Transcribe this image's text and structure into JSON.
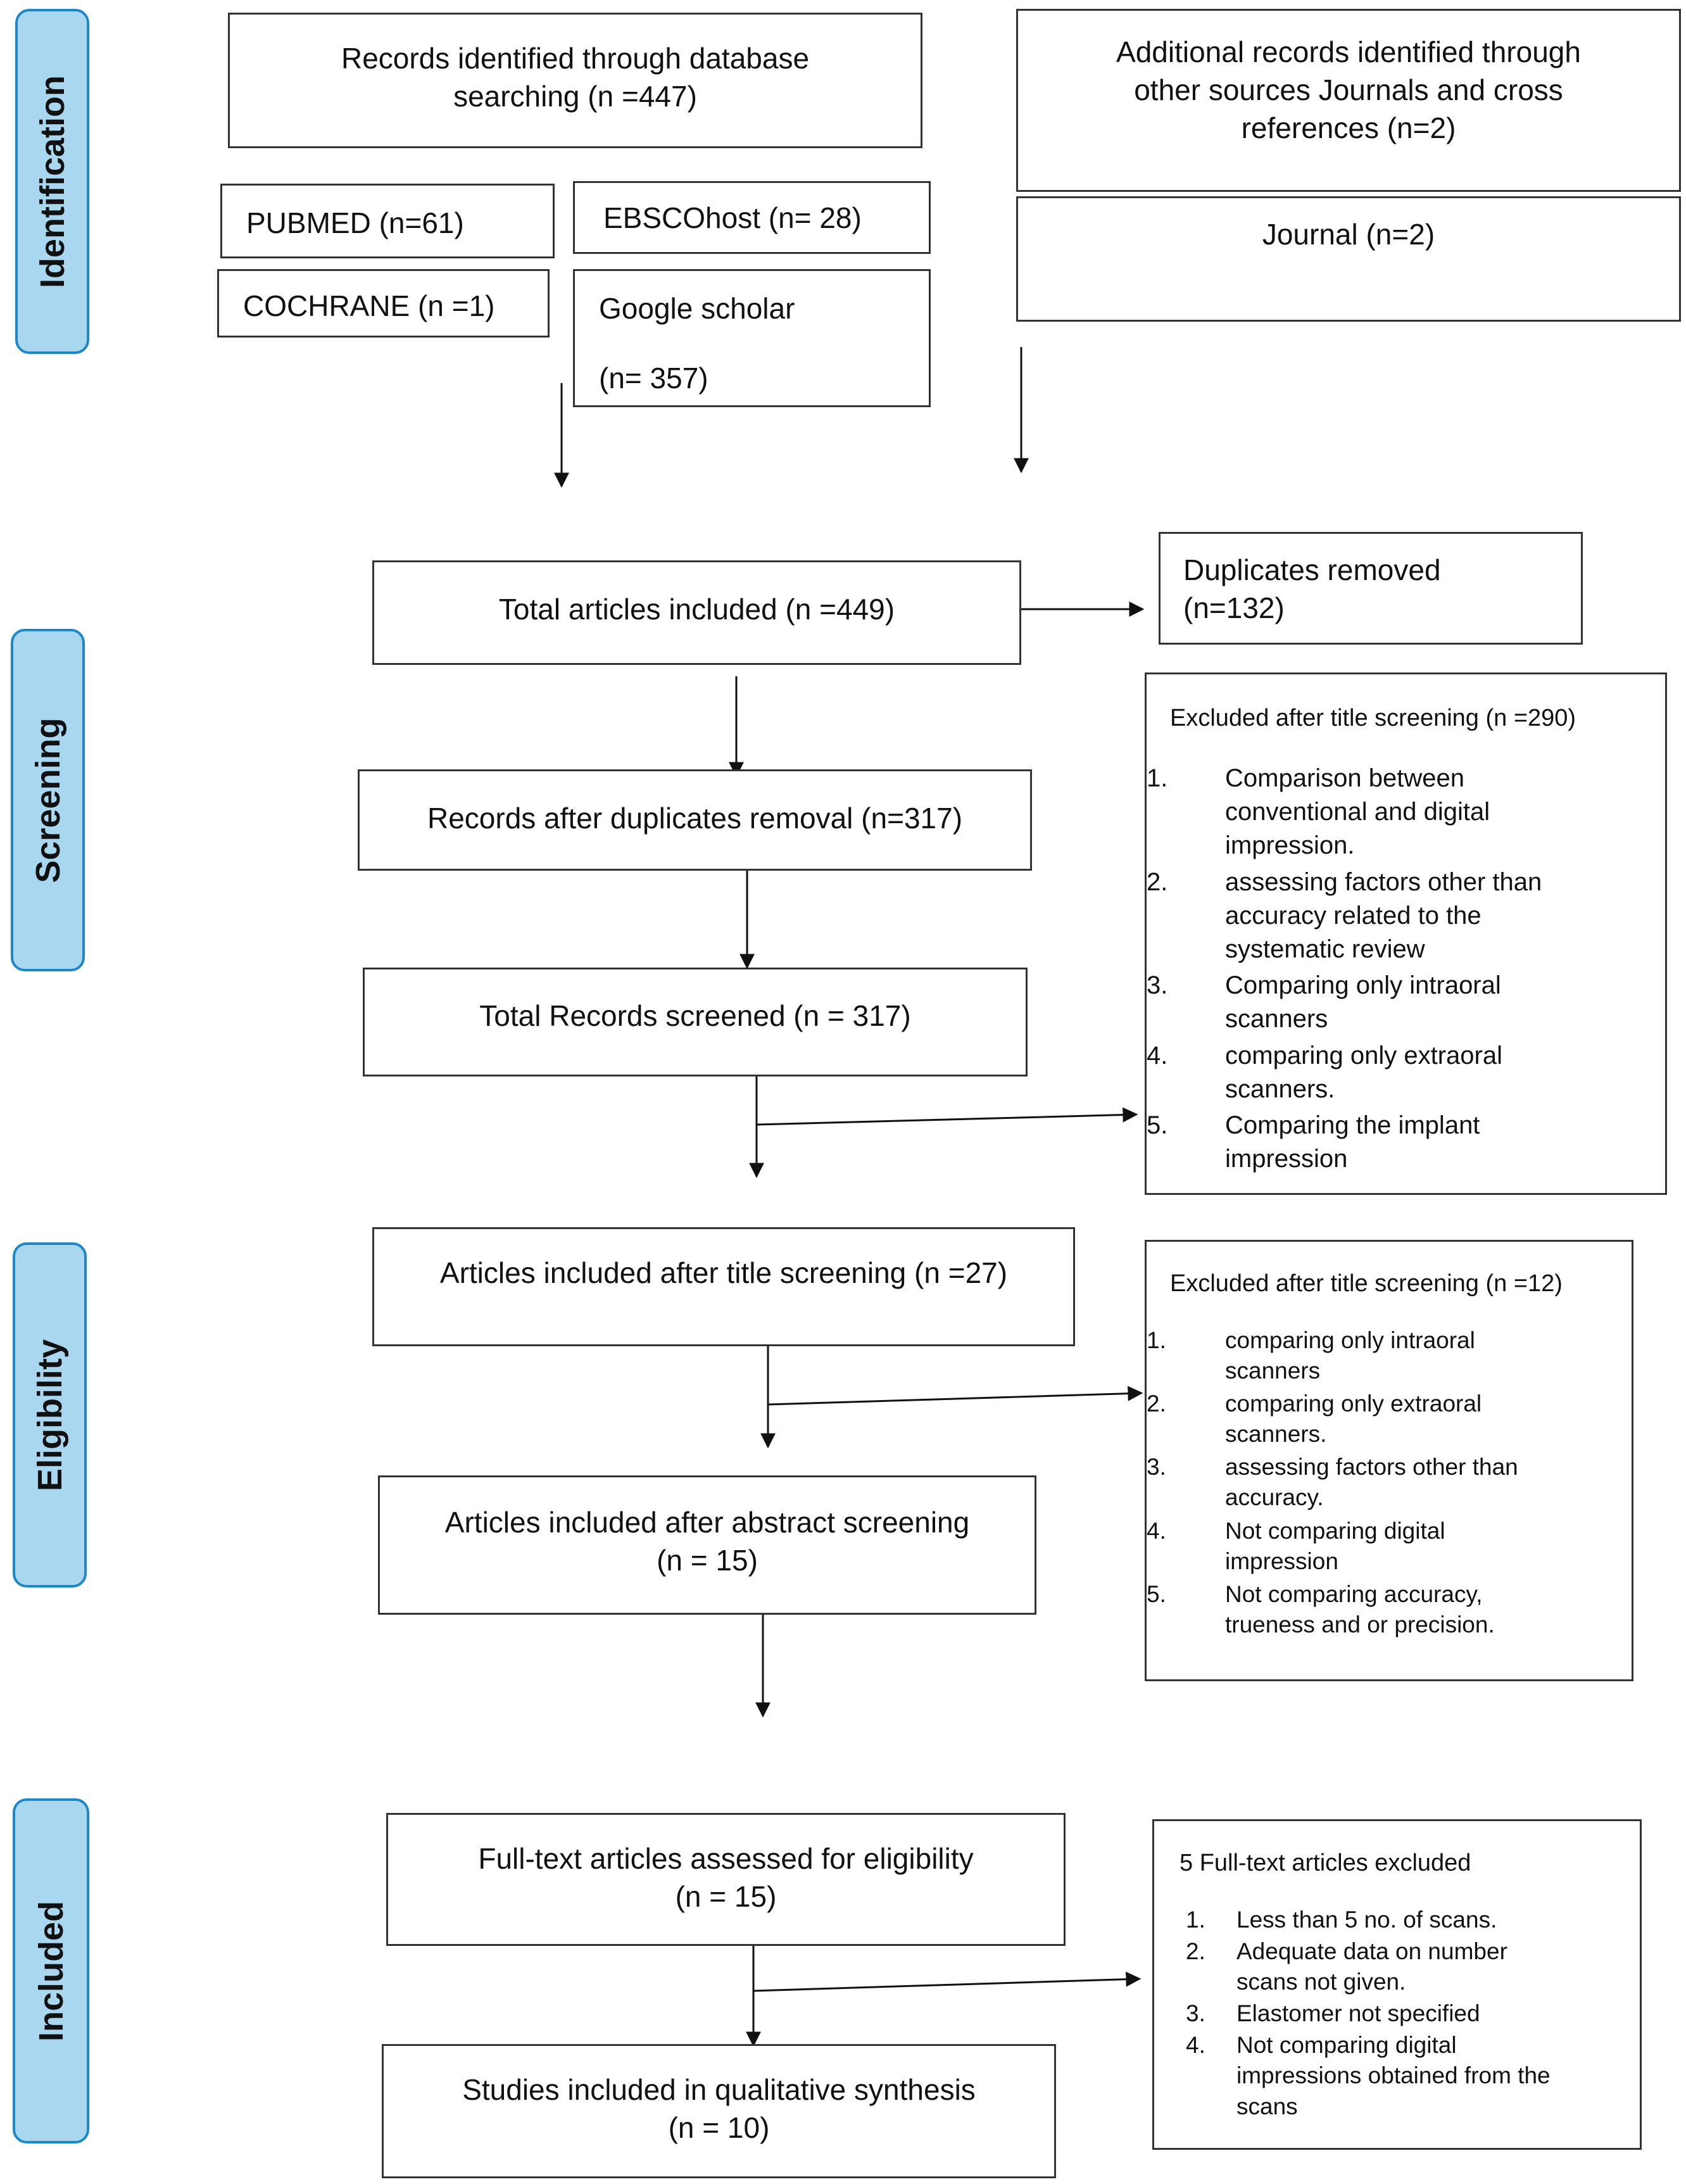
{
  "stages": {
    "identification": "Identification",
    "screening": "Screening",
    "eligibility": "Eligibility",
    "included": "Included"
  },
  "identification": {
    "database": "Records identified through database\nsearching (n =447)",
    "other_sources": "Additional records identified through\nother sources Journals and cross\nreferences (n=2)",
    "pubmed": "PUBMED (n=61)",
    "ebsco": "EBSCOhost (n= 28)",
    "cochrane": "COCHRANE (n =1)",
    "google_name": "Google scholar",
    "google_count": "(n= 357)",
    "journal": "Journal (n=2)"
  },
  "screening": {
    "total_included": "Total articles included (n =449)",
    "duplicates": "Duplicates removed\n(n=132)",
    "after_duplicates": "Records after duplicates removal (n=317)",
    "total_screened": "Total Records screened (n = 317)",
    "excluded_title": "Excluded after title screening (n =290)",
    "excluded_items": [
      {
        "num": "1.",
        "text": "Comparison between\nconventional and digital\nimpression."
      },
      {
        "num": "2.",
        "text": "assessing factors other than\naccuracy related to the\nsystematic review"
      },
      {
        "num": "3.",
        "text": "Comparing only intraoral\nscanners"
      },
      {
        "num": "4.",
        "text": "comparing only extraoral\nscanners."
      },
      {
        "num": "5.",
        "text": "Comparing the implant\n impression"
      }
    ]
  },
  "eligibility": {
    "after_title": "Articles included after title screening (n =27)",
    "after_abstract": "Articles included after abstract screening\n(n = 15)",
    "excluded_title": "Excluded after title screening (n =12)",
    "excluded_items": [
      {
        "num": "1.",
        "text": "comparing only intraoral\nscanners"
      },
      {
        "num": "2.",
        "text": "comparing only extraoral\nscanners."
      },
      {
        "num": "3.",
        "text": "assessing factors other than\naccuracy."
      },
      {
        "num": "4.",
        "text": "Not comparing digital\nimpression"
      },
      {
        "num": "5.",
        "text": "Not comparing accuracy,\ntrueness and or precision."
      }
    ]
  },
  "included": {
    "fulltext": "Full-text articles assessed for eligibility\n(n = 15)",
    "studies": "Studies included in qualitative synthesis\n(n =   10)",
    "excluded_title": "5 Full-text articles excluded",
    "excluded_items": [
      {
        "num": "1.",
        "text": "Less than 5 no. of scans."
      },
      {
        "num": "2.",
        "text": "Adequate data on number\nscans not given."
      },
      {
        "num": "3.",
        "text": "Elastomer not specified"
      },
      {
        "num": "4.",
        "text": "Not comparing digital\nimpressions obtained from the\nscans"
      }
    ]
  },
  "colors": {
    "stage_fill": "#a9d7ef",
    "stage_border": "#1e88c7",
    "box_border": "#333333"
  }
}
